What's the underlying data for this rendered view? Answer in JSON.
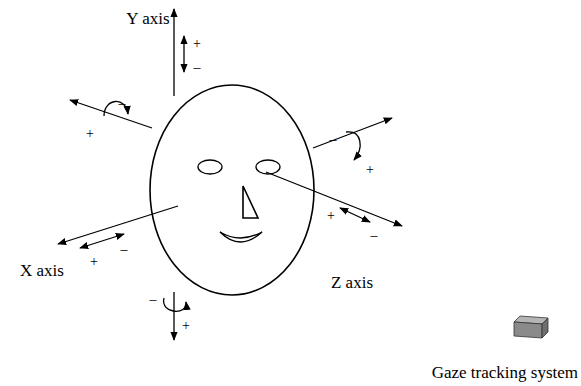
{
  "diagram": {
    "labels": [
      "Y axis",
      "+",
      "–",
      "–",
      "+",
      "–",
      "+",
      "X axis",
      "+",
      "–",
      "+",
      "–",
      "Z axis",
      "–",
      "+",
      "Gaze tracking system"
    ]
  }
}
